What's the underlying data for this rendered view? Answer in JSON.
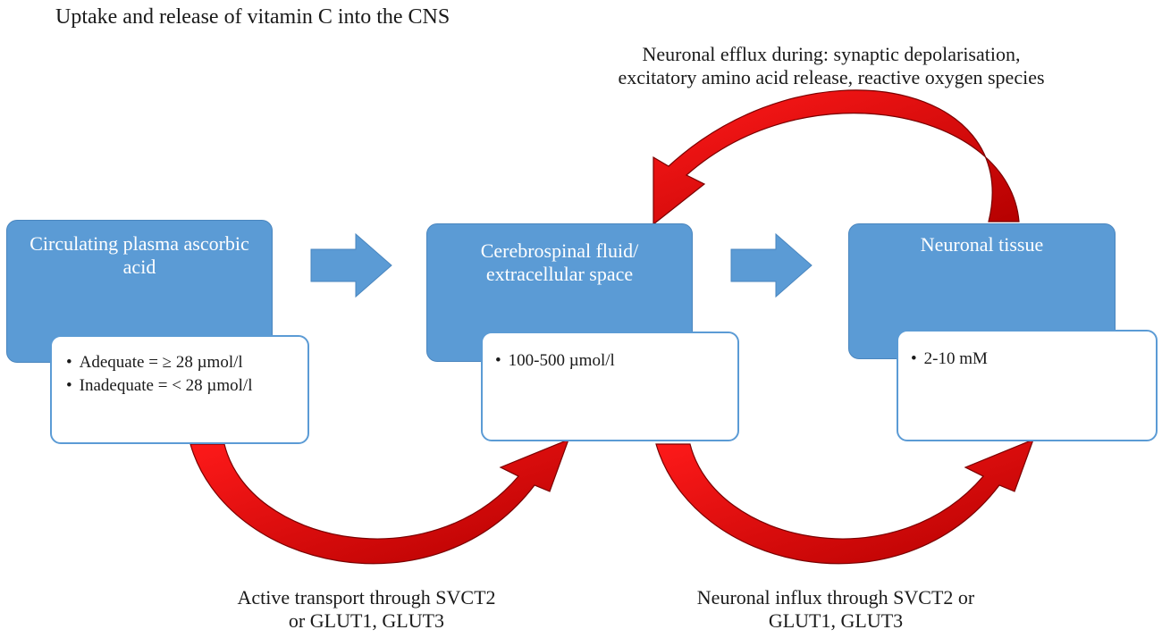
{
  "title": "Uptake and release of vitamin C into the CNS",
  "nodes": [
    {
      "id": "plasma",
      "label_lines": [
        "Circulating plasma ascorbic",
        "acid"
      ],
      "details": [
        "Adequate = ≥ 28 µmol/l",
        "Inadequate = < 28 µmol/l"
      ]
    },
    {
      "id": "csf",
      "label_lines": [
        "Cerebrospinal fluid/",
        "extracellular space"
      ],
      "details": [
        "100-500 µmol/l"
      ]
    },
    {
      "id": "neuronal",
      "label_lines": [
        "Neuronal tissue"
      ],
      "details": [
        "2-10 mM"
      ]
    }
  ],
  "flows": {
    "efflux": [
      "Neuronal efflux during: synaptic depolarisation,",
      "excitatory amino acid release, reactive oxygen species"
    ],
    "active_transport": [
      "Active transport through SVCT2",
      "or GLUT1,  GLUT3"
    ],
    "neuronal_influx": [
      "Neuronal influx through SVCT2 or",
      "GLUT1,  GLUT3"
    ]
  },
  "colors": {
    "box_fill": "#5b9bd5",
    "box_border": "#4a86bf",
    "arrow_red": "#ff0000",
    "arrow_dark_red": "#b00000"
  }
}
